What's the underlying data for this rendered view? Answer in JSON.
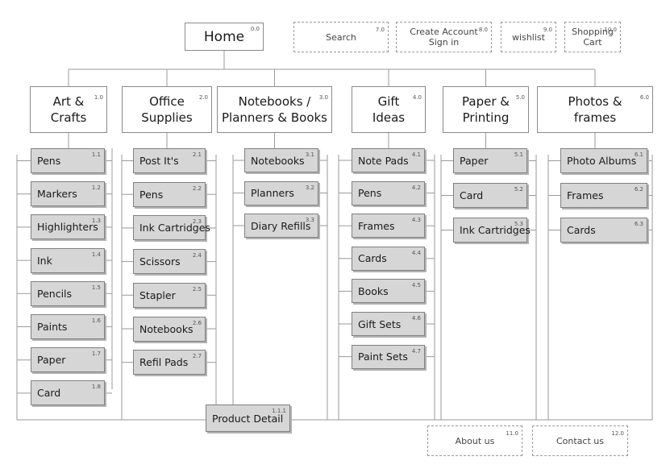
{
  "home": {
    "label": "Home",
    "num": "0.0"
  },
  "utility": [
    {
      "id": "search",
      "label": "Search",
      "num": "7.0"
    },
    {
      "id": "create-account",
      "label": "Create Account\nSign in",
      "num": "8.0"
    },
    {
      "id": "wishlist",
      "label": "wishlist",
      "num": "9.0"
    },
    {
      "id": "shopping-cart",
      "label": "Shopping\nCart",
      "num": "10.0"
    }
  ],
  "footer": [
    {
      "id": "about-us",
      "label": "About us",
      "num": "11.0"
    },
    {
      "id": "contact-us",
      "label": "Contact us",
      "num": "12.0"
    }
  ],
  "categories": [
    {
      "id": "art-crafts",
      "label": "Art &\nCrafts",
      "num": "1.0",
      "items": [
        {
          "label": "Pens",
          "num": "1.1"
        },
        {
          "label": "Markers",
          "num": "1.2"
        },
        {
          "label": "Highlighters",
          "num": "1.3"
        },
        {
          "label": "Ink",
          "num": "1.4"
        },
        {
          "label": "Pencils",
          "num": "1.5"
        },
        {
          "label": "Paints",
          "num": "1.6"
        },
        {
          "label": "Paper",
          "num": "1.7"
        },
        {
          "label": "Card",
          "num": "1.8"
        }
      ]
    },
    {
      "id": "office-supplies",
      "label": "Office\nSupplies",
      "num": "2.0",
      "items": [
        {
          "label": "Post It's",
          "num": "2.1"
        },
        {
          "label": "Pens",
          "num": "2.2"
        },
        {
          "label": "Ink Cartridges",
          "num": "2.3"
        },
        {
          "label": "Scissors",
          "num": "2.4"
        },
        {
          "label": "Stapler",
          "num": "2.5"
        },
        {
          "label": "Notebooks",
          "num": "2.6"
        },
        {
          "label": "Refil Pads",
          "num": "2.7"
        }
      ]
    },
    {
      "id": "notebooks-planners",
      "label": "Notebooks /\nPlanners & Books",
      "num": "3.0",
      "items": [
        {
          "label": "Notebooks",
          "num": "3.1"
        },
        {
          "label": "Planners",
          "num": "3.2"
        },
        {
          "label": "Diary Refills",
          "num": "3.3"
        }
      ]
    },
    {
      "id": "gift-ideas",
      "label": "Gift\nIdeas",
      "num": "4.0",
      "items": [
        {
          "label": "Note Pads",
          "num": "4.1"
        },
        {
          "label": "Pens",
          "num": "4.2"
        },
        {
          "label": "Frames",
          "num": "4.3"
        },
        {
          "label": "Cards",
          "num": "4.4"
        },
        {
          "label": "Books",
          "num": "4.5"
        },
        {
          "label": "Gift Sets",
          "num": "4.6"
        },
        {
          "label": "Paint Sets",
          "num": "4.7"
        }
      ]
    },
    {
      "id": "paper-printing",
      "label": "Paper &\nPrinting",
      "num": "5.0",
      "items": [
        {
          "label": "Paper",
          "num": "5.1"
        },
        {
          "label": "Card",
          "num": "5.2"
        },
        {
          "label": "Ink Cartridges",
          "num": "5.3"
        }
      ]
    },
    {
      "id": "photos-frames",
      "label": "Photos &\nframes",
      "num": "6.0",
      "items": [
        {
          "label": "Photo Albums",
          "num": "6.1"
        },
        {
          "label": "Frames",
          "num": "6.2"
        },
        {
          "label": "Cards",
          "num": "6.3"
        }
      ]
    }
  ],
  "product_detail": {
    "label": "Product Detail",
    "num": "1.1.1"
  }
}
